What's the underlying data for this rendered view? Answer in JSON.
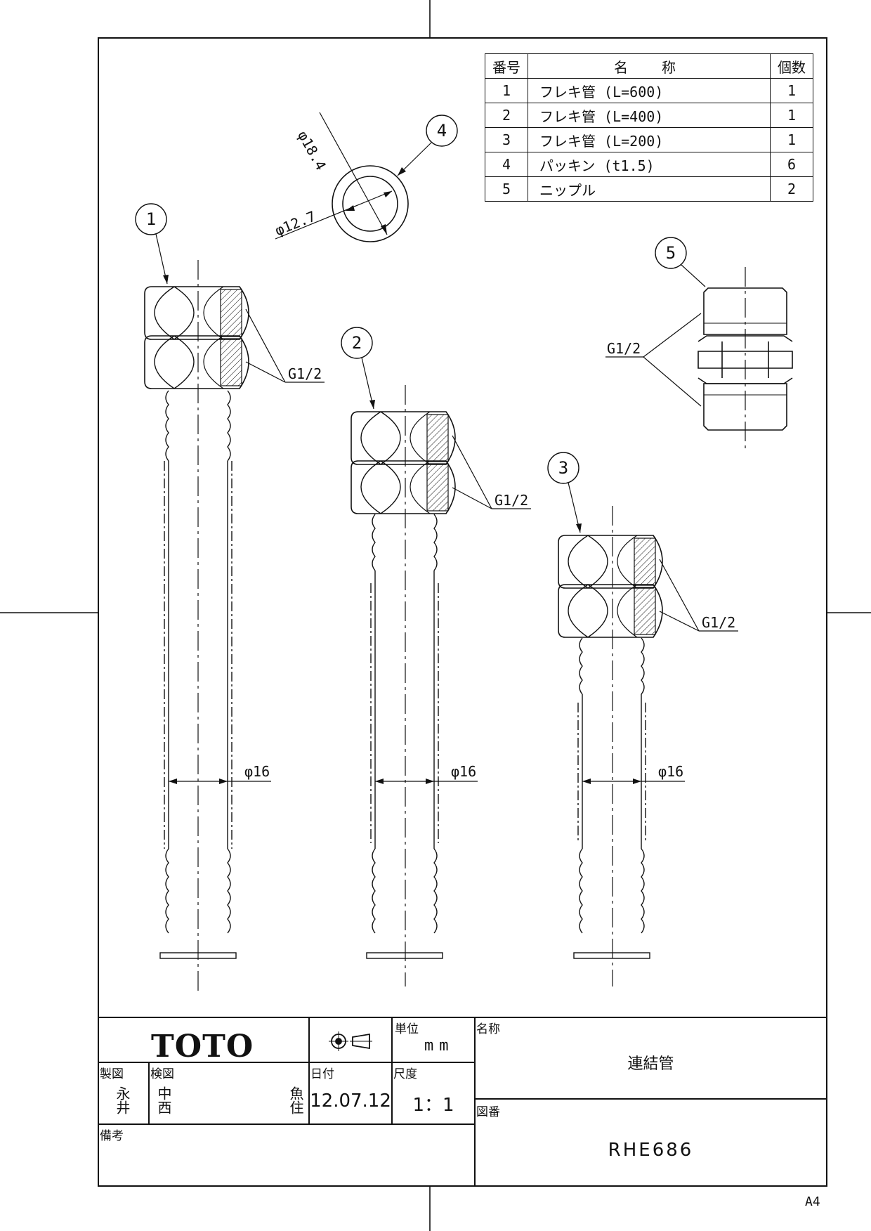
{
  "parts_table": {
    "headers": {
      "no": "番号",
      "name": "名 称",
      "qty": "個数"
    },
    "rows": [
      {
        "no": "1",
        "name": "フレキ管 (L=600)",
        "qty": "1"
      },
      {
        "no": "2",
        "name": "フレキ管 (L=400)",
        "qty": "1"
      },
      {
        "no": "3",
        "name": "フレキ管 (L=200)",
        "qty": "1"
      },
      {
        "no": "4",
        "name": "パッキン (t1.5)",
        "qty": "6"
      },
      {
        "no": "5",
        "name": "ニップル",
        "qty": "2"
      }
    ]
  },
  "callouts": {
    "p1": "1",
    "p2": "2",
    "p3": "3",
    "p4": "4",
    "p5": "5"
  },
  "dimensions": {
    "packing_outer": "φ18.4",
    "packing_inner": "φ12.7",
    "pipe_dia": "φ16",
    "thread": "G1/2"
  },
  "title_block": {
    "company": "TOTO",
    "unit_label": "単位",
    "unit_value": "mm",
    "name_label": "名称",
    "name_value": "連結管",
    "drafted_label": "製図",
    "drafted_value": "永井",
    "checked_label": "検図",
    "checked_value_1": "中西",
    "checked_value_2": "魚住",
    "date_label": "日付",
    "date_value": "12.07.12",
    "scale_label": "尺度",
    "scale_value": "1：1",
    "drawing_no_label": "図番",
    "drawing_no_value": "RHE686",
    "remarks_label": "備考"
  },
  "sheet_size": "A4"
}
